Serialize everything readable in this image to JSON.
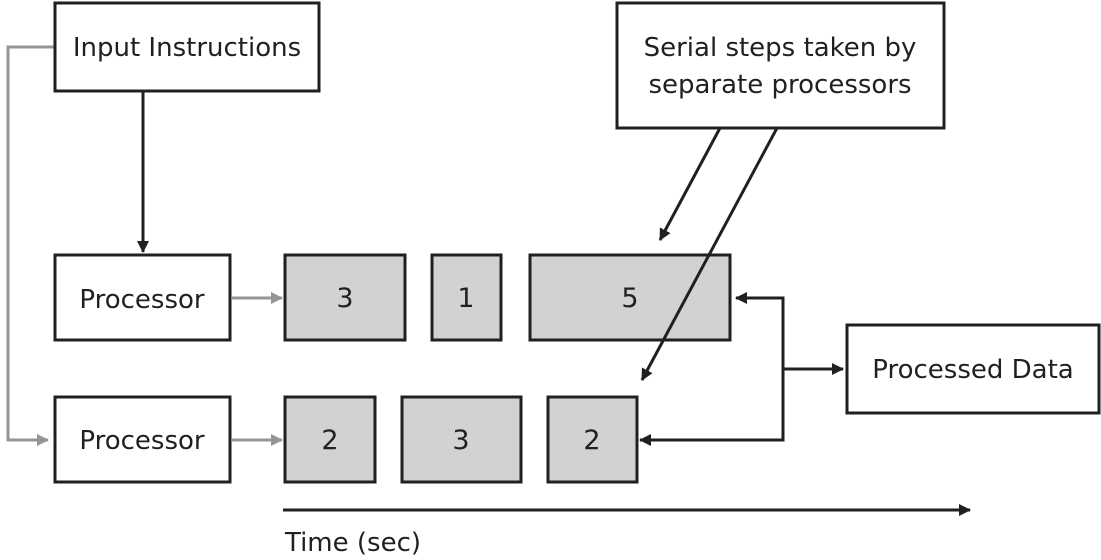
{
  "input_box": {
    "label": "Input Instructions"
  },
  "callout_box": {
    "line1": "Serial steps taken by",
    "line2": "separate processors"
  },
  "processors": [
    {
      "label": "Processor",
      "steps": [
        "3",
        "1",
        "5"
      ]
    },
    {
      "label": "Processor",
      "steps": [
        "2",
        "3",
        "2"
      ]
    }
  ],
  "output_box": {
    "label": "Processed Data"
  },
  "time_axis": {
    "label": "Time (sec)"
  },
  "colors": {
    "stroke": "#231f20",
    "step_fill": "#d1d2d4",
    "gray_arrow": "#939598",
    "background": "#ffffff"
  }
}
